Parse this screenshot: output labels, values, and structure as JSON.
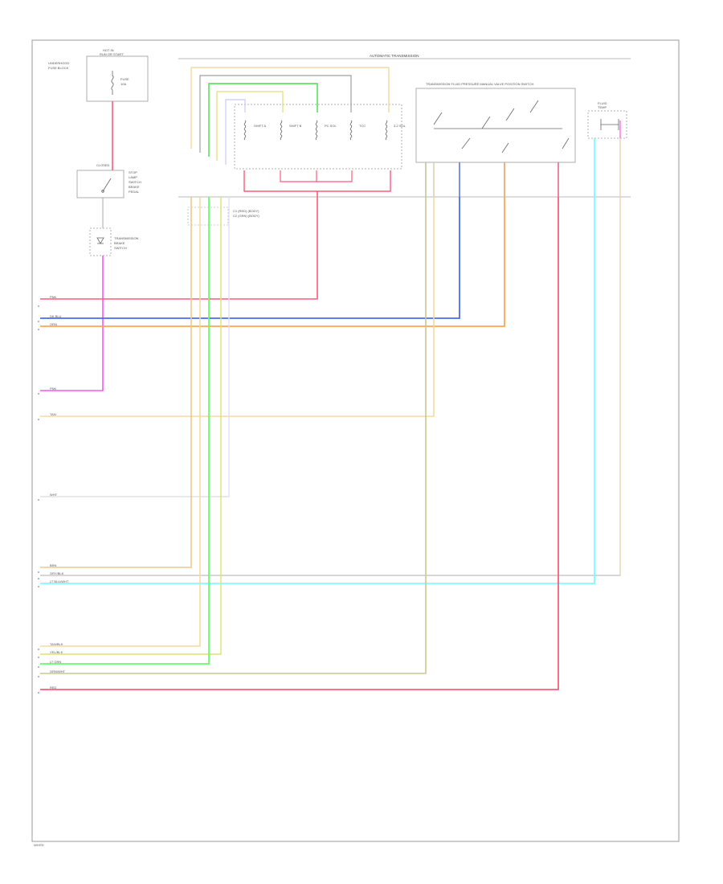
{
  "diagram": {
    "title": "AUTOMATIC TRANSMISSION",
    "footer_code": "WHITE",
    "colors": {
      "red": "#ff5a7a",
      "blue": "#4a6cf0",
      "orange": "#ffa552",
      "pink": "#ff55ee",
      "tan": "#f5d9a0",
      "white_wire": "#d8d8d8",
      "yellow": "#e0e070",
      "light_green": "#66ff66",
      "green": "#44dd44",
      "dark_yellow": "#c8c890",
      "lavender": "#c8c8ff",
      "cyan": "#66ffff",
      "gray": "#a0a0a0",
      "frame": "#9a9a9a"
    },
    "components": {
      "fuse_block": {
        "label_lines": [
          "HOT IN",
          "RUN OR START"
        ],
        "side_lines": [
          "UNDERHOOD",
          "FUSE BLOCK"
        ],
        "fuse": "FUSE",
        "fuse_no": "10A"
      },
      "switch": {
        "label_lines": [
          "STOP",
          "LAMP",
          "SWITCH",
          "BRAKE",
          "PEDAL"
        ],
        "top": "CLOSED"
      },
      "diode": {
        "label_lines": [
          "TRANSMISSION",
          "BRAKE",
          "SWITCH"
        ]
      },
      "solenoid_bank": {
        "labels": [
          "SHIFT A",
          "SHIFT B",
          "PC SOL",
          "TCC",
          "3-2 SOL"
        ]
      },
      "pressure_switch": {
        "label": "TRANSMISSION FLUID PRESSURE MANUAL VALVE POSITION SWITCH"
      },
      "temp_sensor": {
        "label_lines": [
          "FLUID",
          "TEMP"
        ]
      },
      "connector_note": {
        "lines": [
          "C1 (RED) (BODY)",
          "C2 (GRN) (BODY)"
        ]
      }
    },
    "wire_labels": [
      {
        "text": "PNK"
      },
      {
        "text": "DK BLU"
      },
      {
        "text": "ORN"
      },
      {
        "text": "PNK"
      },
      {
        "text": "TAN"
      },
      {
        "text": "WHT"
      },
      {
        "text": "BRN"
      },
      {
        "text": "GRY/BLK"
      },
      {
        "text": "LT BLU/WHT"
      },
      {
        "text": "TAN/BLK"
      },
      {
        "text": "YEL/BLK"
      },
      {
        "text": "LT GRN"
      },
      {
        "text": "GRN/WHT"
      },
      {
        "text": "RED"
      }
    ]
  }
}
